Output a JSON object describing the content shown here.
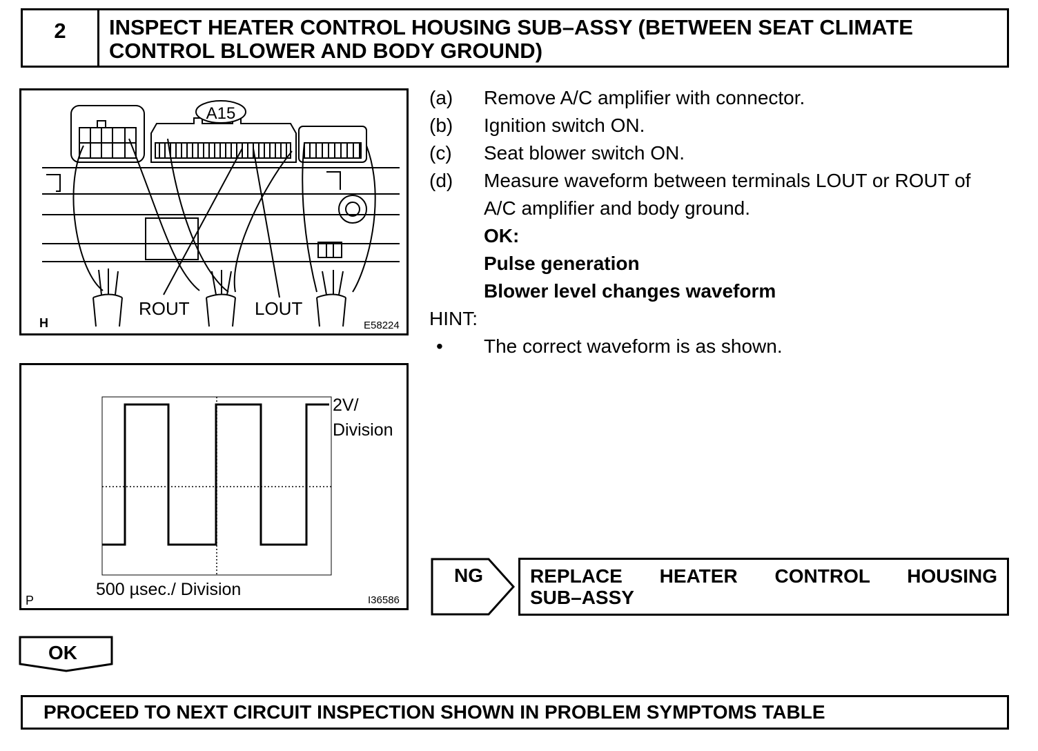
{
  "header": {
    "step_number": "2",
    "title_line1": "INSPECT HEATER CONTROL HOUSING SUB–ASSY (BETWEEN SEAT CLIMATE",
    "title_line2": "CONTROL BLOWER AND BODY GROUND)"
  },
  "connector_figure": {
    "connector_label": "A15",
    "rout_label": "ROUT",
    "lout_label": "LOUT",
    "corner_letter": "H",
    "figure_code": "E58224"
  },
  "waveform_figure": {
    "voltage_scale": "2V/",
    "voltage_scale_line2": "Division",
    "time_scale": "500 µsec./ Division",
    "corner_letter": "P",
    "figure_code": "I36586"
  },
  "steps": [
    {
      "label": "(a)",
      "text": "Remove A/C amplifier with connector."
    },
    {
      "label": "(b)",
      "text": "Ignition switch ON."
    },
    {
      "label": "(c)",
      "text": "Seat blower switch ON."
    },
    {
      "label": "(d)",
      "text": "Measure waveform between terminals LOUT or ROUT of",
      "text2": "A/C amplifier and body ground."
    }
  ],
  "ok_criteria": {
    "heading": "OK:",
    "line1": "Pulse generation",
    "line2": "Blower level changes waveform"
  },
  "hint": {
    "heading": "HINT:",
    "bullet": "•",
    "text": "The correct waveform is as shown."
  },
  "ng_branch": {
    "tag": "NG",
    "action_line1": "REPLACE HEATER CONTROL HOUSING",
    "action_line2": "SUB–ASSY"
  },
  "ok_branch": {
    "tag": "OK",
    "next_action": "PROCEED TO NEXT CIRCUIT INSPECTION SHOWN IN PROBLEM SYMPTOMS TABLE"
  }
}
